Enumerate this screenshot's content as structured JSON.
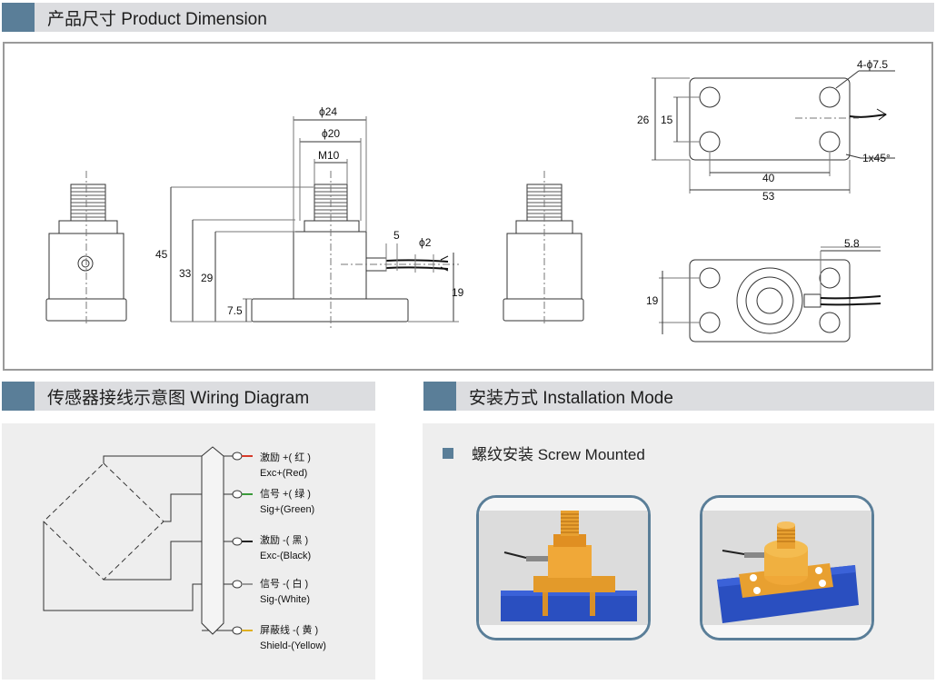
{
  "sections": {
    "dimension_title": "产品尺寸 Product Dimension",
    "wiring_title": "传感器接线示意图 Wiring Diagram",
    "install_title": "安装方式 Installation Mode"
  },
  "dimension": {
    "side_view_labels": [
      "ϕ24",
      "ϕ20",
      "M10",
      "45",
      "33",
      "29",
      "7.5",
      "5",
      "ϕ2",
      "19"
    ],
    "top_view_labels": [
      "4-ϕ7.5",
      "26",
      "15",
      "40",
      "53",
      "1x45°"
    ],
    "bottom_view_labels": [
      "5.8",
      "19"
    ]
  },
  "wiring": {
    "wires": [
      {
        "cn": "激励 +( 红 )",
        "en": "Exc+(Red)",
        "color": "#d63a2a"
      },
      {
        "cn": "信号 +( 绿 )",
        "en": "Sig+(Green)",
        "color": "#3a9a3a"
      },
      {
        "cn": "激励 -( 黑 )",
        "en": "Exc-(Black)",
        "color": "#222222"
      },
      {
        "cn": "信号 -( 白 )",
        "en": "Sig-(White)",
        "color": "#e8e8e8"
      },
      {
        "cn": "屏蔽线 -( 黄 )",
        "en": "Shield-(Yellow)",
        "color": "#e0b020"
      }
    ]
  },
  "install": {
    "method_title": "螺纹安装 Screw Mounted",
    "accent_color": "#5a7e98",
    "photos": [
      "screw-mount-front-render",
      "screw-mount-iso-render"
    ]
  }
}
